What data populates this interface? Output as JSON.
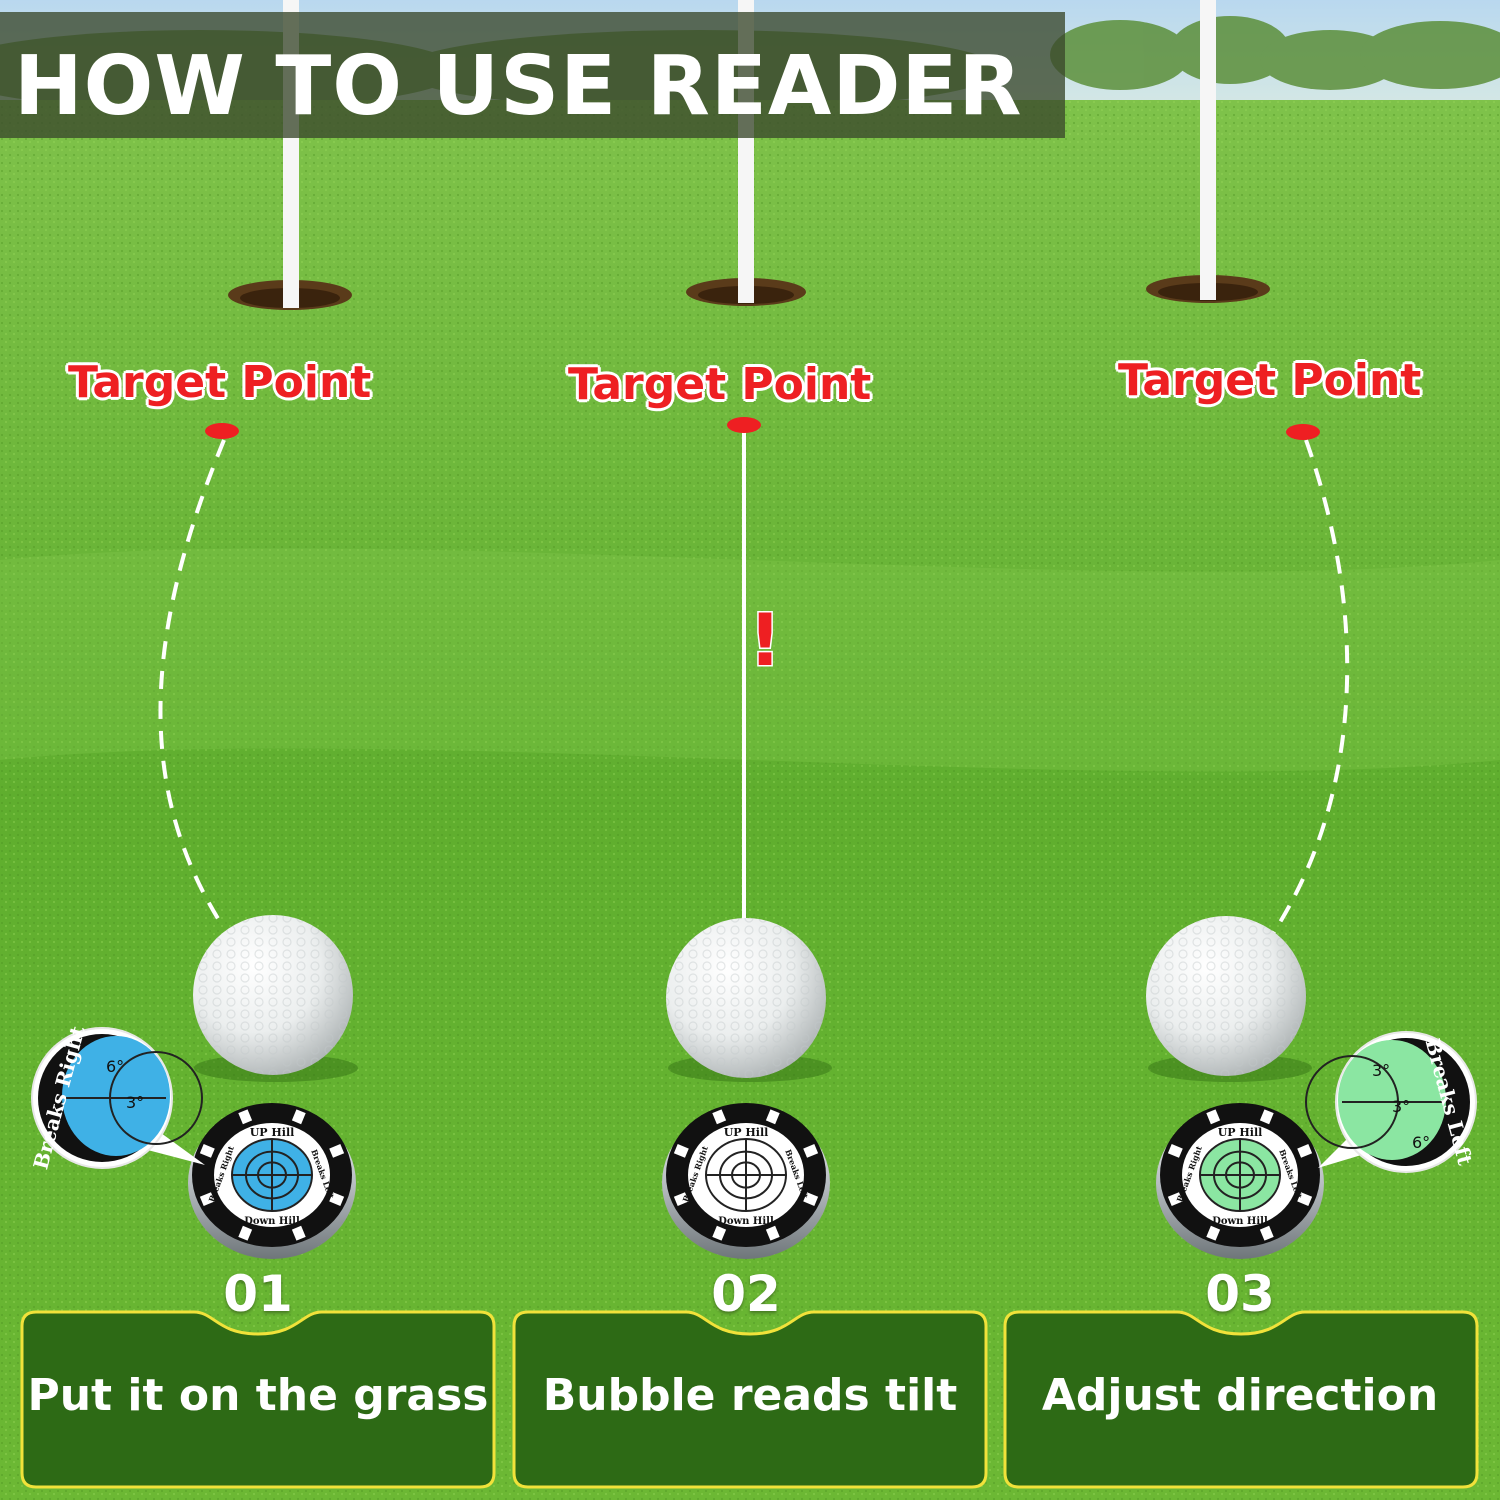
{
  "header": {
    "title": "HOW TO USE READER"
  },
  "steps": [
    {
      "target_label": "Target Point",
      "number": "01",
      "label": "Put it on the grass",
      "marker": {
        "top_text": "UP Hill",
        "bottom_text": "Down Hill",
        "left_text": "Breaks Right",
        "right_text": "Breaks Left",
        "face_color": "#3fb1e6"
      },
      "zoom": {
        "text": "Breaks Right",
        "face_color": "#3fb1e6",
        "ticks": [
          "6°",
          "3°"
        ]
      }
    },
    {
      "target_label": "Target Point",
      "number": "02",
      "label": "Bubble reads tilt",
      "marker": {
        "top_text": "UP Hill",
        "bottom_text": "Down Hill",
        "left_text": "Breaks Right",
        "right_text": "Breaks Left",
        "face_color": "#ffffff"
      },
      "alert_text": "!"
    },
    {
      "target_label": "Target Point",
      "number": "03",
      "label": "Adjust direction",
      "marker": {
        "top_text": "UP Hill",
        "bottom_text": "Down Hill",
        "left_text": "Breaks Right",
        "right_text": "Breaks Left",
        "face_color": "#8be6a2"
      },
      "zoom": {
        "text": "Breaks Left",
        "face_color": "#8be6a2",
        "ticks": [
          "3°",
          "3°",
          "6°"
        ]
      }
    }
  ],
  "colors": {
    "grass_light": "#7cc442",
    "grass_dark": "#4e9a1f",
    "panel": "#2d6a15",
    "panel_border": "#f1e23a",
    "target": "#ee1f22",
    "path_line": "#ffffff"
  }
}
